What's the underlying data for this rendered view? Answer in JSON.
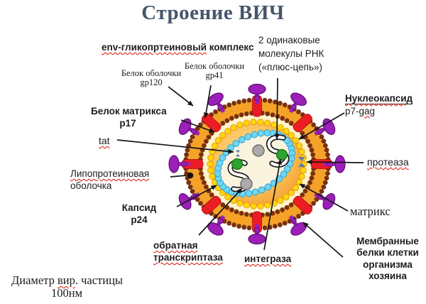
{
  "title": "Строение ВИЧ",
  "labels": {
    "env_complex": {
      "misspelled": "env-гликопртеиновый",
      "rest": "комплекс"
    },
    "rna": {
      "line1": "2 одинаковые",
      "line2": "молекулы РНК",
      "line3": "(«плюс-цепь»)"
    },
    "gp120": {
      "line1": "Белок оболочки",
      "line2": "gp120"
    },
    "gp41": {
      "line1": "Белок оболочки",
      "line2": "gp41"
    },
    "matrix_protein": {
      "line1": "Белок матрикса",
      "line2": "p17"
    },
    "tat": {
      "text": "tat"
    },
    "lipoprotein": {
      "line1": "Липопротеиновая",
      "line2": "оболочка"
    },
    "capsid": {
      "line1": "Капсид",
      "line2": "p24"
    },
    "reverse_transcriptase": {
      "line1": "обратная",
      "line2": "транскриптаза"
    },
    "integrase": {
      "text": "интеграза"
    },
    "nucleocapsid": {
      "line1": "Нуклеокапсид",
      "line2a": "p7-",
      "line2b": "gag"
    },
    "protease": {
      "text": "протеаза"
    },
    "matrix": {
      "text": "матрикс"
    },
    "membrane_proteins": {
      "line1": "Мембранные",
      "line2": "белки клетки",
      "line3": "организма",
      "line4": "хозяина"
    },
    "diameter": {
      "line1a": "Диаметр ",
      "line1b": "вир",
      "line1c": ". частицы",
      "line2": "100нм"
    }
  },
  "diagram": {
    "title_color": "#45566b",
    "membrane_orange": "#F5A228",
    "bead_brown": "#7B3009",
    "cream_ring": "#FFF3C9",
    "yellow_bead": "#FFD60A",
    "yellow_bead_stroke": "#E09010",
    "interior_center": "#FFDFA0",
    "interior_mid": "#FBBF55",
    "interior_edge": "#EF9426",
    "capsid_fill": "#FAF3DE",
    "capsid_stroke": "#D9BE7B",
    "capsid_bead": "#6FD6F5",
    "capsid_bead_stroke": "#2FA6CF",
    "spike_purple": "#9B1FB8",
    "spike_dark": "#5E1070",
    "gp41_red": "#EC1C24",
    "gp41_red_dark": "#A80E14",
    "rna_green": "#2EA32E",
    "rna_green_dark": "#157015",
    "rna_gray": "#ABABAB",
    "rna_gray_dark": "#6E6E6E",
    "x_steel_blue": "#5F7CA8",
    "line_color": "#151515",
    "squiggle_red": "#dd1100"
  }
}
